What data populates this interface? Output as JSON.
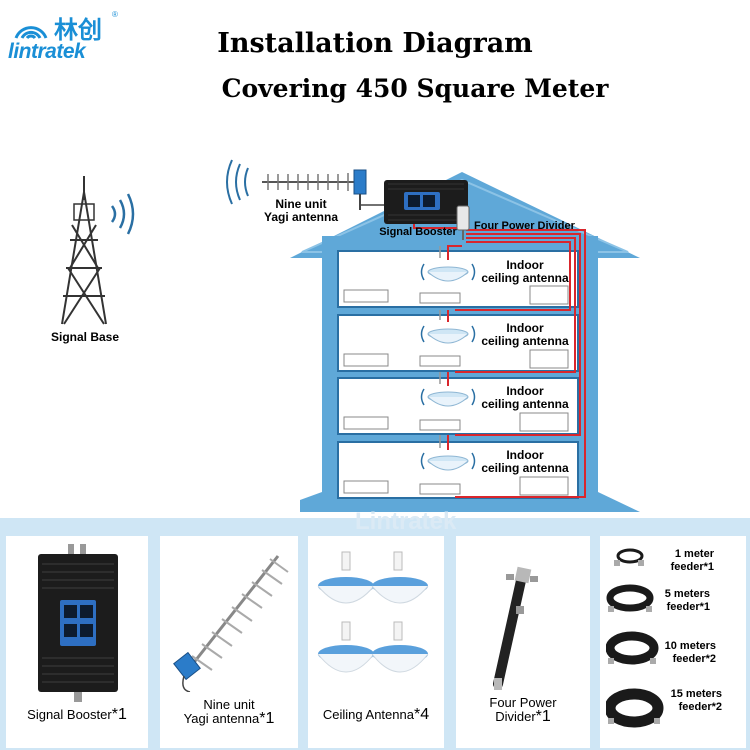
{
  "logo": {
    "brand": "lintratek",
    "chinese": "林创",
    "reg": "®"
  },
  "title": "Installation Diagram",
  "subtitle": "Covering 450 Square Meter",
  "diagram": {
    "signal_base": "Signal Base",
    "yagi_line1": "Nine unit",
    "yagi_line2": "Yagi antenna",
    "booster": "Signal Booster",
    "divider": "Four Power Divider",
    "floors": [
      {
        "line1": "Indoor",
        "line2": "ceiling antenna"
      },
      {
        "line1": "Indoor",
        "line2": "ceiling antenna"
      },
      {
        "line1": "Indoor",
        "line2": "ceiling antenna"
      },
      {
        "line1": "Indoor",
        "line2": "ceiling antenna"
      }
    ],
    "watermark": "Lintratek"
  },
  "products": {
    "booster": {
      "name": "Signal Booster",
      "qty": "*1"
    },
    "yagi": {
      "line1": "Nine unit",
      "line2": "Yagi antenna",
      "qty": "*1"
    },
    "ceiling": {
      "name": "Ceiling Antenna",
      "qty": "*4"
    },
    "divider": {
      "line1": "Four Power",
      "line2": "Divider",
      "qty": "*1"
    },
    "feeders": [
      {
        "line1": "1 meter",
        "line2": "feeder*1"
      },
      {
        "line1": "5 meters",
        "line2": "feeder*1"
      },
      {
        "line1": "10 meters",
        "line2": "feeder*2"
      },
      {
        "line1": "15 meters",
        "line2": "feeder*2"
      }
    ]
  },
  "colors": {
    "brand": "#1a8fd6",
    "house": "#5fa8d8",
    "cable": "#d9262c",
    "panel": "#cfe6f5"
  }
}
